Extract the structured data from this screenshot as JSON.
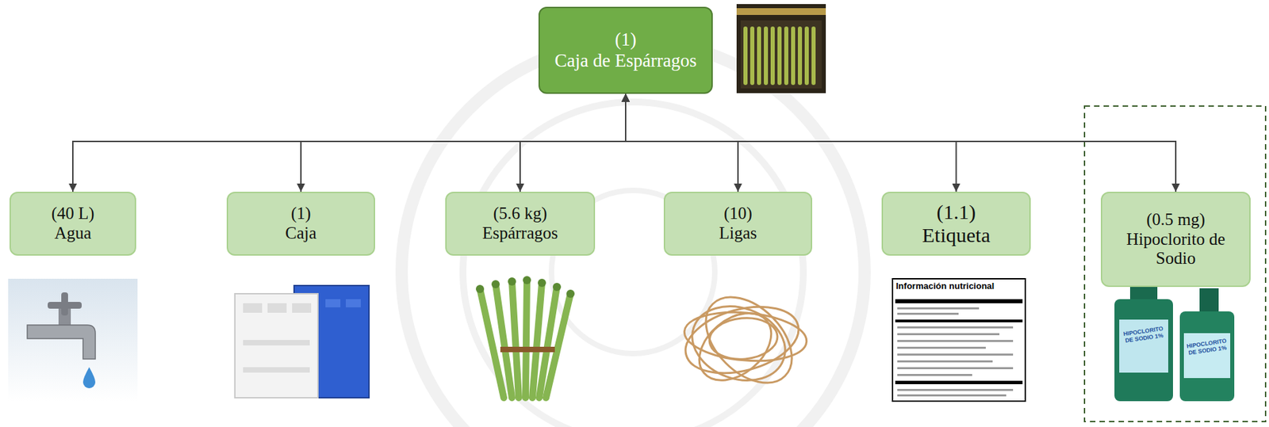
{
  "diagram": {
    "nodes": [
      {
        "text": [
          "(1)",
          "Caja de Espárragos"
        ]
      },
      {
        "text": [
          "(40 L)",
          "Agua"
        ]
      },
      {
        "text": [
          "(1)",
          "Caja"
        ]
      },
      {
        "text": [
          "(5.6 kg)",
          "Espárragos"
        ]
      },
      {
        "text": [
          "(10)",
          "Ligas"
        ]
      },
      {
        "text": [
          "(1.1)",
          "Etiqueta"
        ]
      },
      {
        "text": [
          "(0.5 mg)",
          "Hipoclorito de Sodio"
        ]
      }
    ],
    "edges": [
      {
        "from": 0,
        "to": 1,
        "arrow": "both"
      },
      {
        "from": 0,
        "to": 2,
        "arrow": "both"
      },
      {
        "from": 0,
        "to": 3,
        "arrow": "both"
      },
      {
        "from": 0,
        "to": 4,
        "arrow": "both"
      },
      {
        "from": 0,
        "to": 5,
        "arrow": "both"
      },
      {
        "from": 0,
        "to": 6,
        "arrow": "both"
      }
    ],
    "labels": [
      "Información nutricional",
      "HIPOCLORITO DE SODIO 1%",
      "HIPOCLORITO DE SODIO 1%"
    ]
  }
}
